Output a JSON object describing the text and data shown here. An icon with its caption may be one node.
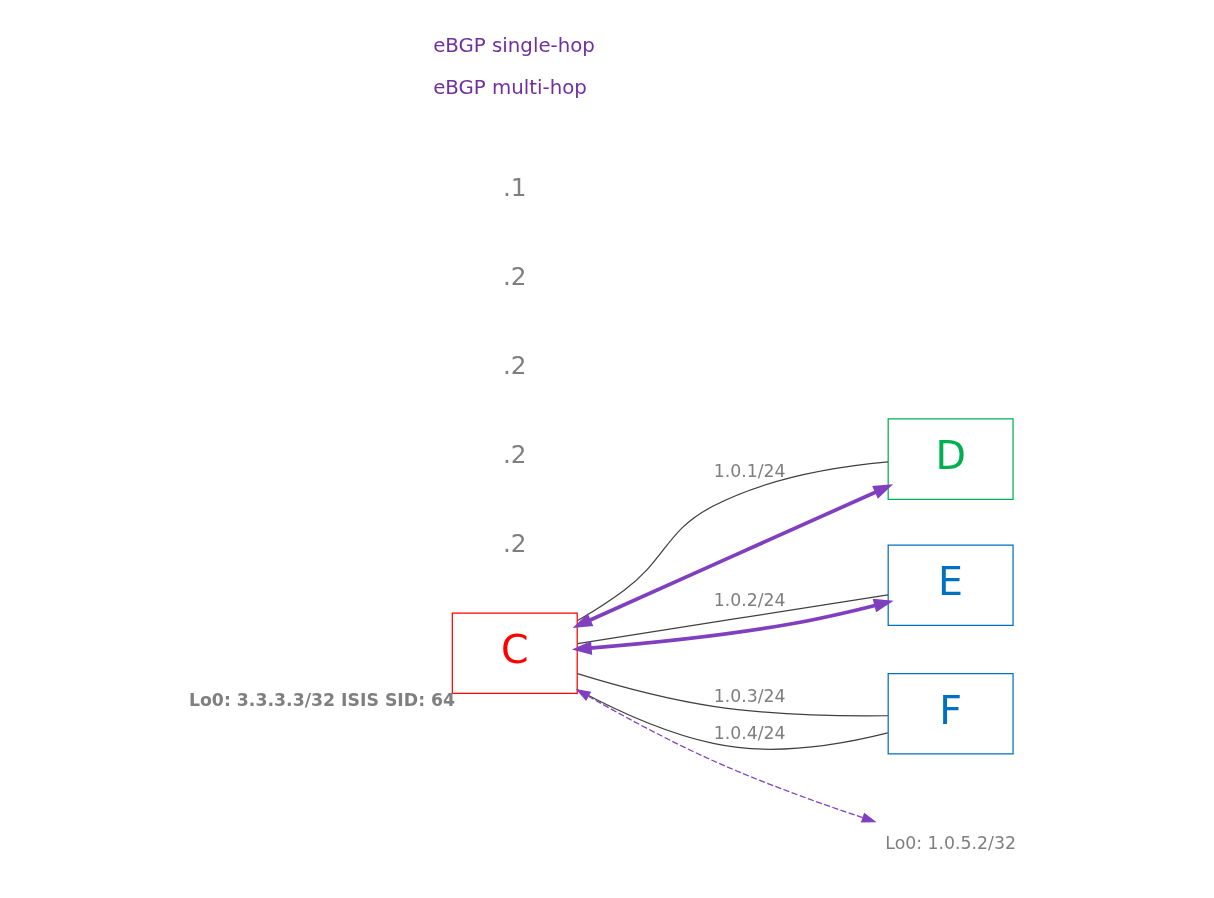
{
  "diagram": {
    "nodes": [
      {
        "text": [
          "C"
        ],
        "beside": [
          "Lo0: 3.3.3.3/32 ISIS SID: 64"
        ]
      },
      {
        "text": [
          "D"
        ]
      },
      {
        "text": [
          "E"
        ]
      },
      {
        "text": [
          "F"
        ]
      },
      {
        "text": [
          "Lo0: 1.0.5.2/32"
        ]
      }
    ],
    "edges": [
      {
        "from": 0,
        "to": 1,
        "arrow": "none",
        "label": "1.0.1/24"
      },
      {
        "from": 0,
        "to": 2,
        "arrow": "none",
        "label": "1.0.2/24"
      },
      {
        "from": 0,
        "to": 3,
        "arrow": "none",
        "label": "1.0.3/24"
      },
      {
        "from": 0,
        "to": 3,
        "arrow": "none",
        "label": "1.0.4/24"
      },
      {
        "from": 1,
        "to": 0,
        "arrow": "both",
        "style": "thick",
        "color": "#7f3fbf"
      },
      {
        "from": 0,
        "to": 2,
        "arrow": "both",
        "style": "thick",
        "color": "#7f3fbf"
      },
      {
        "from": 0,
        "to": 4,
        "arrow": "both",
        "style": "dashed",
        "color": "#7f3fbf"
      }
    ],
    "labels": [
      ".2",
      ".2",
      ".2",
      ".2",
      ".1"
    ],
    "legend": [
      {
        "text": "eBGP single-hop"
      },
      {
        "text": "eBGP multi-hop"
      }
    ]
  }
}
